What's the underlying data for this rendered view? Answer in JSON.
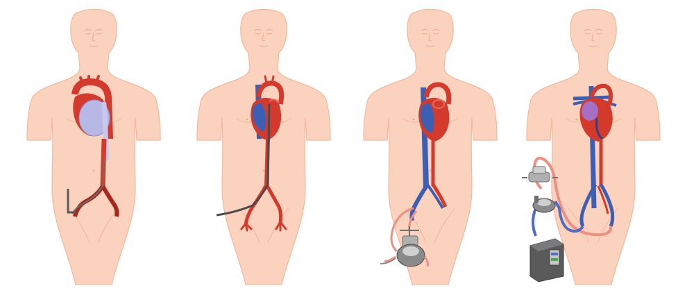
{
  "colors": {
    "background": "#ffffff",
    "skin": "#fbd2bd",
    "skin_outline": "#f3b89c",
    "skin_feature": "#e8a88a",
    "artery": "#d33a2c",
    "artery_dark": "#a8261c",
    "vein": "#3c5fb4",
    "vein_dark": "#27418a",
    "catheter": "#6e6e6e",
    "balloon": "#b8b8e6",
    "tubing_pink": "#ee8f84",
    "tubing_blue": "#4f6cc0",
    "pump_metal": "#8a8a8a",
    "pump_dark": "#4a4a4a",
    "device_body": "#5a5a5a",
    "device_screen": "#c8c8c8",
    "purple_atrium": "#a56fc5"
  },
  "panels": [
    {
      "device": "intra-aortic-balloon-pump"
    },
    {
      "device": "percutaneous-femoral-catheter"
    },
    {
      "device": "centrifugal-pump-circuit"
    },
    {
      "device": "ecmo-circuit"
    }
  ]
}
